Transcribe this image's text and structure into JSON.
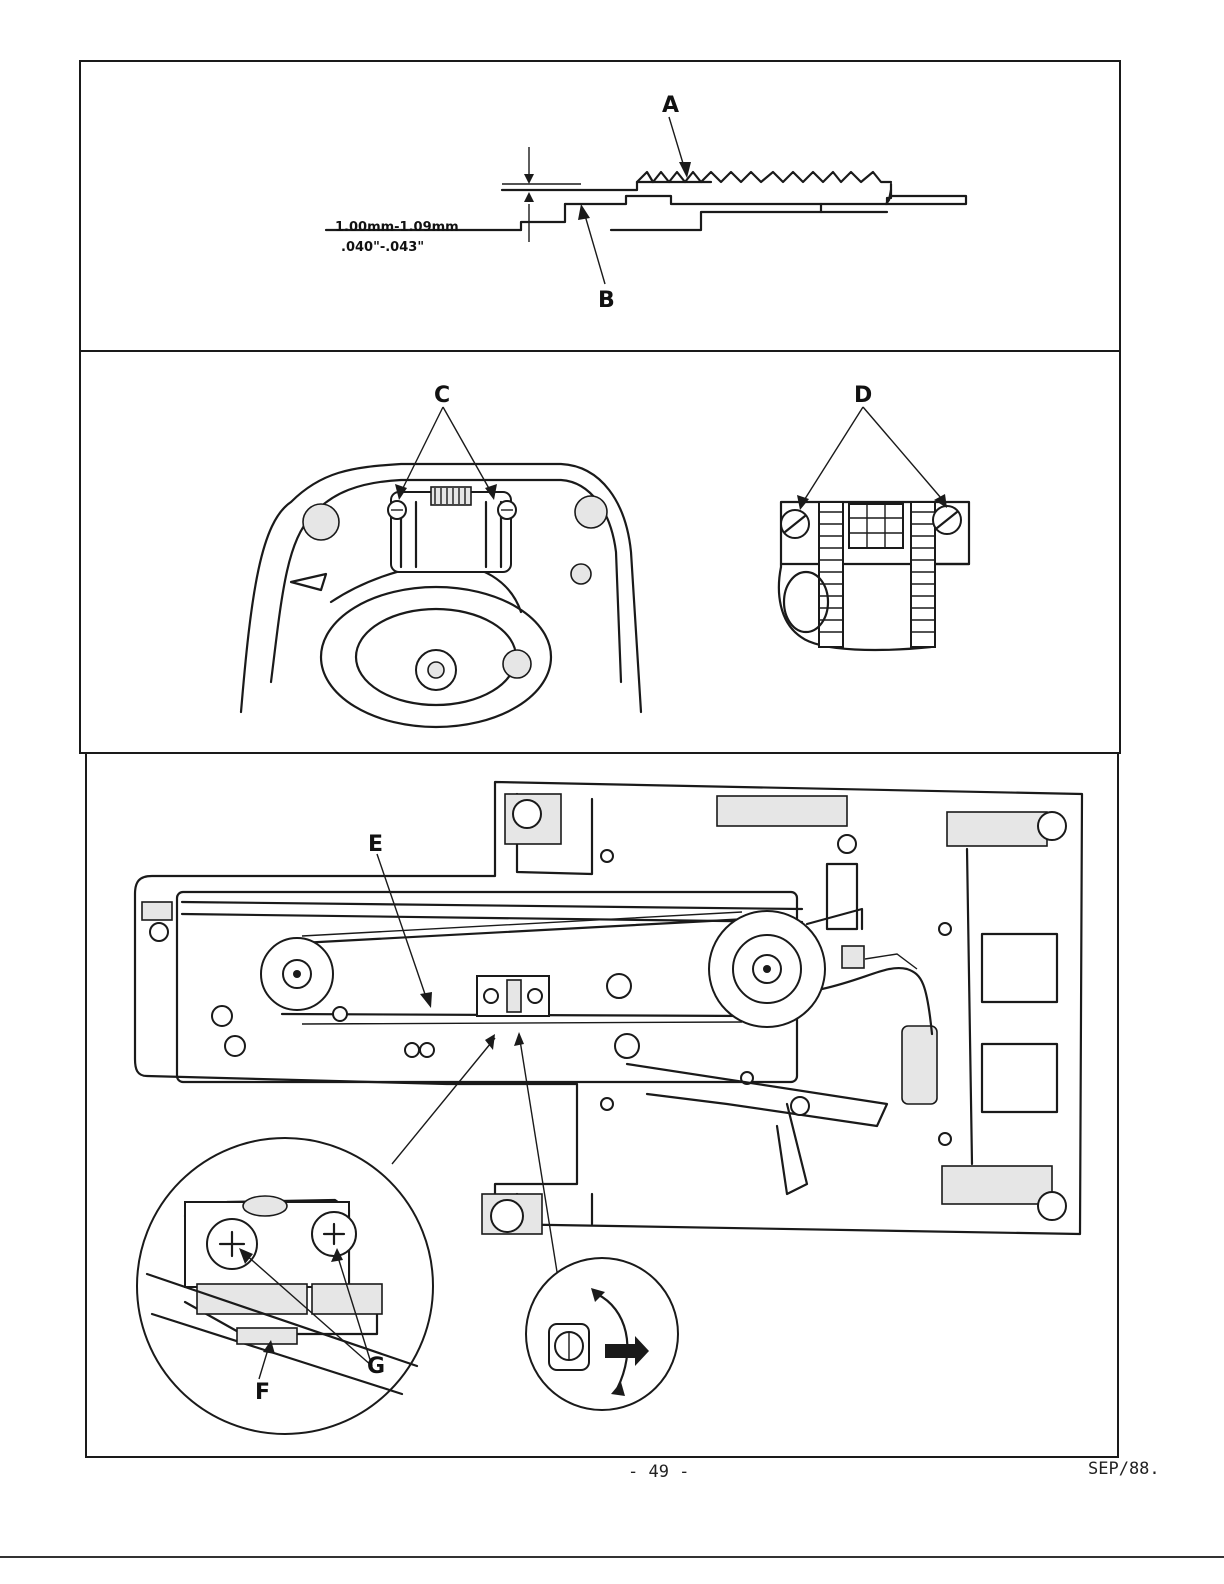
{
  "labels": {
    "a": "A",
    "b": "B",
    "c": "C",
    "d": "D",
    "e": "E",
    "f": "F",
    "g": "G"
  },
  "dimension": {
    "metric": "1.00mm-1.09mm",
    "imperial": ".040\"-.043\""
  },
  "footer": {
    "page_number": "- 49 -",
    "date": "SEP/88."
  },
  "colors": {
    "ink": "#1a1a1a",
    "paper": "#ffffff",
    "shade": "#e6e6e6"
  }
}
